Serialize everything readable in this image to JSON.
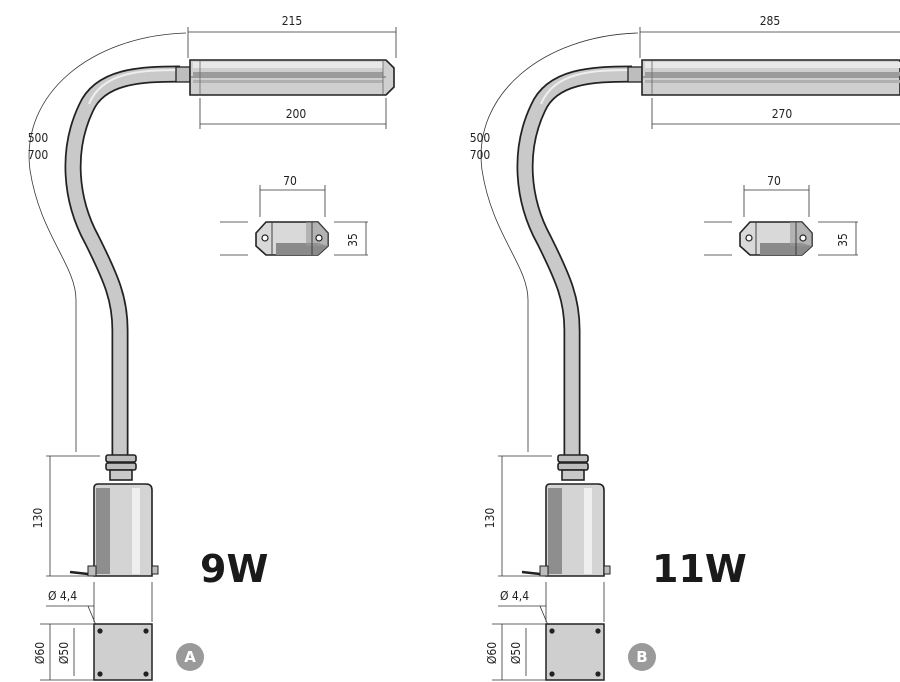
{
  "variants": [
    {
      "id": "A",
      "badge": "A",
      "power": "9W",
      "dims": {
        "head_overall": "215",
        "head_body": "200",
        "arm_length_1": "500",
        "arm_length_2": "700",
        "section_width": "70",
        "section_height": "35",
        "base_height": "130",
        "hole": "Ø 4,4",
        "plate_outer": "Ø60",
        "plate_inner": "Ø50"
      }
    },
    {
      "id": "B",
      "badge": "B",
      "power": "11W",
      "dims": {
        "head_overall": "285",
        "head_body": "270",
        "arm_length_1": "500",
        "arm_length_2": "700",
        "section_width": "70",
        "section_height": "35",
        "base_height": "130",
        "hole": "Ø 4,4",
        "plate_outer": "Ø60",
        "plate_inner": "Ø50"
      }
    }
  ],
  "colors": {
    "metal_light": "#d9d9d9",
    "metal_mid": "#b8b8b8",
    "metal_dark": "#8a8a8a",
    "badge": "#9a9a9a"
  }
}
